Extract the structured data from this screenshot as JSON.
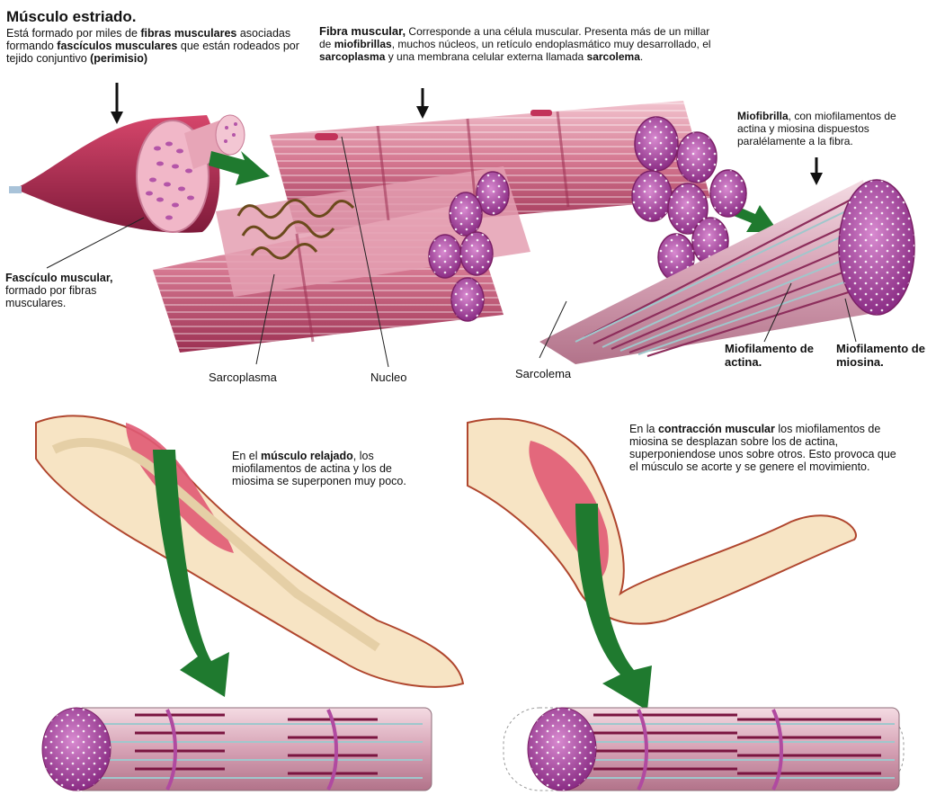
{
  "diagram": {
    "title": "Músculo estriado.",
    "intro": {
      "p1": "Está formado por miles de ",
      "b1": "fibras musculares",
      "p2": " asociadas formando ",
      "b2": "fascículos musculares",
      "p3": " que están rodeados por tejido conjuntivo ",
      "b3": "(perimisio)"
    },
    "fibra": {
      "b1": "Fibra muscular,",
      "p1": " Corresponde a una célula muscular. Presenta más de un millar de ",
      "b2": "miofibrillas",
      "p2": ", muchos núcleos, un retículo endoplasmático muy desarrollado, el ",
      "b3": "sarcoplasma",
      "p3": " y una membrana celular externa llamada ",
      "b4": "sarcolema",
      "p4": "."
    },
    "miofibrilla": {
      "b1": "Miofibrilla",
      "p1": ", con miofilamentos de actina y miosina dispuestos paralélamente a la fibra."
    },
    "fasciculo": {
      "b1": "Fascículo muscular,",
      "p1": " formado por fibras musculares."
    },
    "labels": {
      "sarcoplasma": "Sarcoplasma",
      "nucleo": "Nucleo",
      "sarcolema": "Sarcolema",
      "actina": "Miofilamento de actina.",
      "miosina": "Miofilamento de miosina."
    },
    "relajado": {
      "p1": "En el ",
      "b1": "músculo relajado",
      "p2": ", los miofilamentos de actina y los de miosima se superponen muy poco."
    },
    "contraccion": {
      "p1": "En la ",
      "b1": "contracción muscular",
      "p2": " los miofilamentos de miosina se desplazan sobre los de actina, superponiendose unos sobre otros. Esto provoca que el músculo se acorte y se genere el movimiento."
    }
  },
  "colors": {
    "muscle": "#c2335a",
    "fiber": "#d9809b",
    "myofibril_end": "#a23d92",
    "arrow_green": "#1f7a2f",
    "bone": "#f3ddb0",
    "skin_outline": "#b0462e"
  }
}
